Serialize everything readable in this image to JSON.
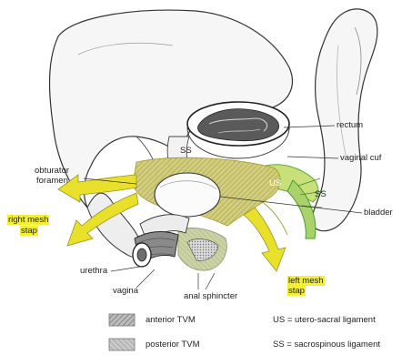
{
  "labels": {
    "rectum": "rectum",
    "vaginal_cuf": "vaginal cuf",
    "ss_left": "SS",
    "ss_right": "SS",
    "us": "US",
    "obturator_line1": "obturator",
    "obturator_line2": "foramen",
    "right_mesh_line1": "right mesh",
    "right_mesh_line2": "stap",
    "bladder": "bladder",
    "urethra": "urethra",
    "vagina": "vagina",
    "anal_sphincter": "anal sphincter",
    "left_mesh_line1": "left mesh",
    "left_mesh_line2": "stap"
  },
  "legend": {
    "anterior": "anterior TVM",
    "posterior": "posterior TVM",
    "us_def": "US = utero-sacral ligament",
    "ss_def": "SS = sacrospinous ligament"
  },
  "colors": {
    "highlight": "#f2ef34",
    "mesh_yellow": "#e9e02c",
    "ligament_green": "#5fa83a"
  }
}
